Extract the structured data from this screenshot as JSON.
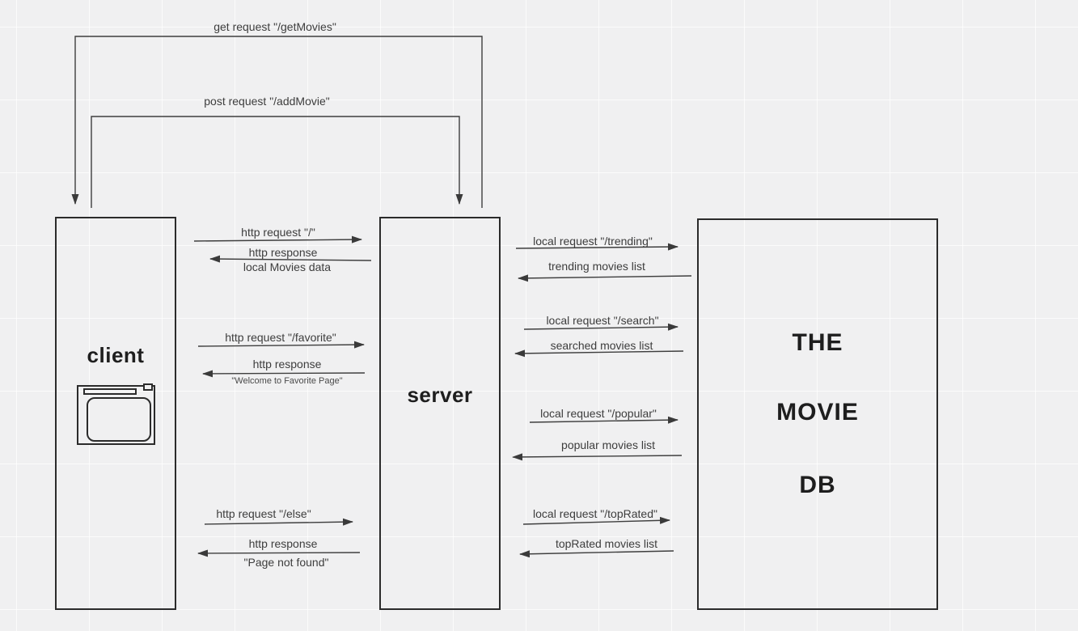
{
  "nodes": {
    "client": {
      "label": "client",
      "icon": "browser-window-icon"
    },
    "server": {
      "label": "server"
    },
    "database": {
      "line1": "THE",
      "line2": "MOVIE",
      "line3": "DB"
    }
  },
  "arrows": {
    "get_movies": {
      "label": "get request \"/getMovies\""
    },
    "add_movie": {
      "label": "post request \"/addMovie\""
    },
    "root_request": {
      "label": "http request \"/\""
    },
    "root_response": {
      "label": "http response",
      "detail": "local Movies data"
    },
    "favorite_request": {
      "label": "http request \"/favorite\""
    },
    "favorite_response": {
      "label": "http response",
      "detail": "\"Welcome to Favorite Page\""
    },
    "else_request": {
      "label": "http request \"/else\""
    },
    "else_response": {
      "label": "http response",
      "detail": "\"Page not found\""
    },
    "trending_request": {
      "label": "local request \"/trending\""
    },
    "trending_response": {
      "label": "trending movies list"
    },
    "search_request": {
      "label": "local request \"/search\""
    },
    "search_response": {
      "label": "searched movies list"
    },
    "popular_request": {
      "label": "local request \"/popular\""
    },
    "popular_response": {
      "label": "popular movies list"
    },
    "toprated_request": {
      "label": "local request \"/topRated\""
    },
    "toprated_response": {
      "label": "topRated movies list"
    }
  },
  "colors": {
    "background": "#f0f0f1",
    "grid_line": "#fafafa",
    "shape_border": "#2b2b2b",
    "connector_line": "#3e3e3e",
    "label_text": "#3d3d3d",
    "node_label_text": "#1e1e1e"
  }
}
